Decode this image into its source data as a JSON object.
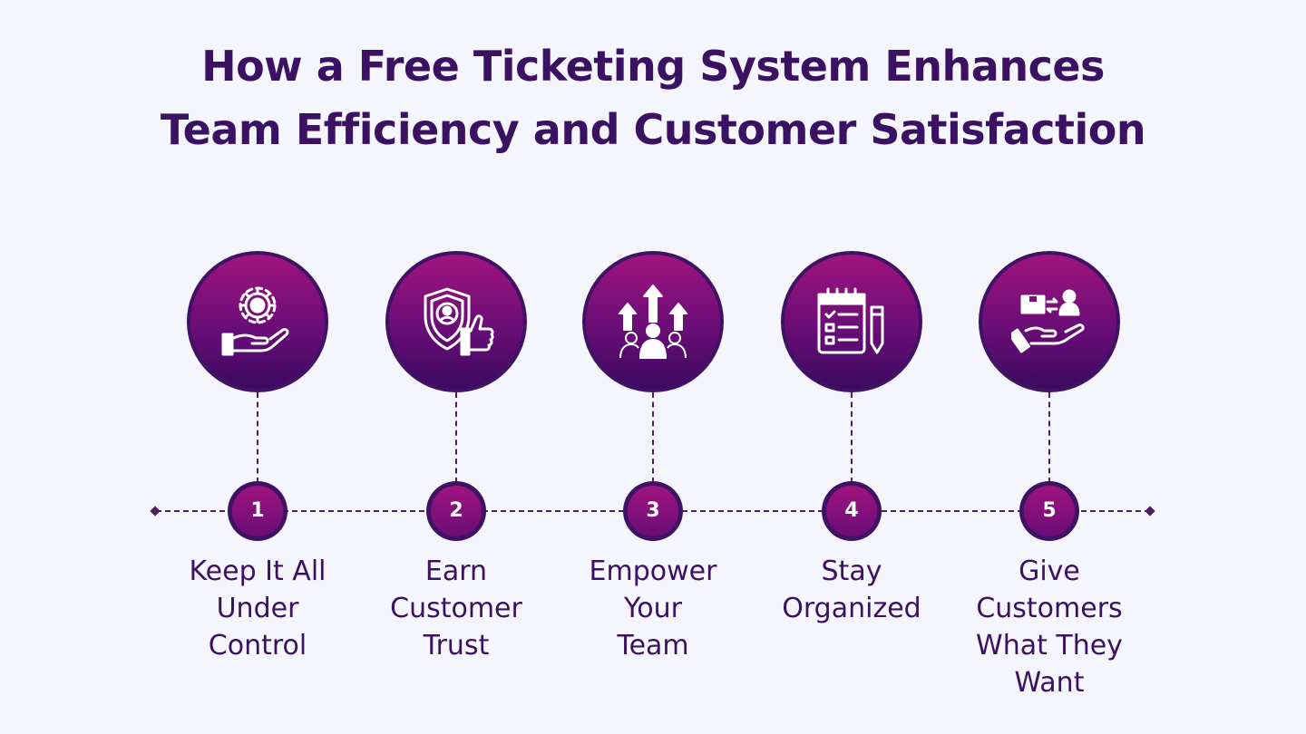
{
  "title": {
    "line1": "How a Free Ticketing System Enhances",
    "line2": "Team Efficiency and Customer Satisfaction"
  },
  "steps": [
    {
      "number": "1",
      "icon": "hand-gear-icon",
      "label_lines": [
        "Keep It All",
        "Under",
        "Control"
      ]
    },
    {
      "number": "2",
      "icon": "shield-thumbs-up-icon",
      "label_lines": [
        "Earn",
        "Customer",
        "Trust"
      ]
    },
    {
      "number": "3",
      "icon": "team-growth-arrows-icon",
      "label_lines": [
        "Empower",
        "Your",
        "Team"
      ]
    },
    {
      "number": "4",
      "icon": "checklist-calendar-icon",
      "label_lines": [
        "Stay",
        "Organized"
      ]
    },
    {
      "number": "5",
      "icon": "hand-box-person-icon",
      "label_lines": [
        "Give",
        "Customers",
        "What They",
        "Want"
      ]
    }
  ],
  "colors": {
    "background": "#f5f5fd",
    "text": "#3a1261",
    "circle_top": "#a0147e",
    "circle_bottom": "#3b0a60",
    "line": "#4a1f63"
  }
}
